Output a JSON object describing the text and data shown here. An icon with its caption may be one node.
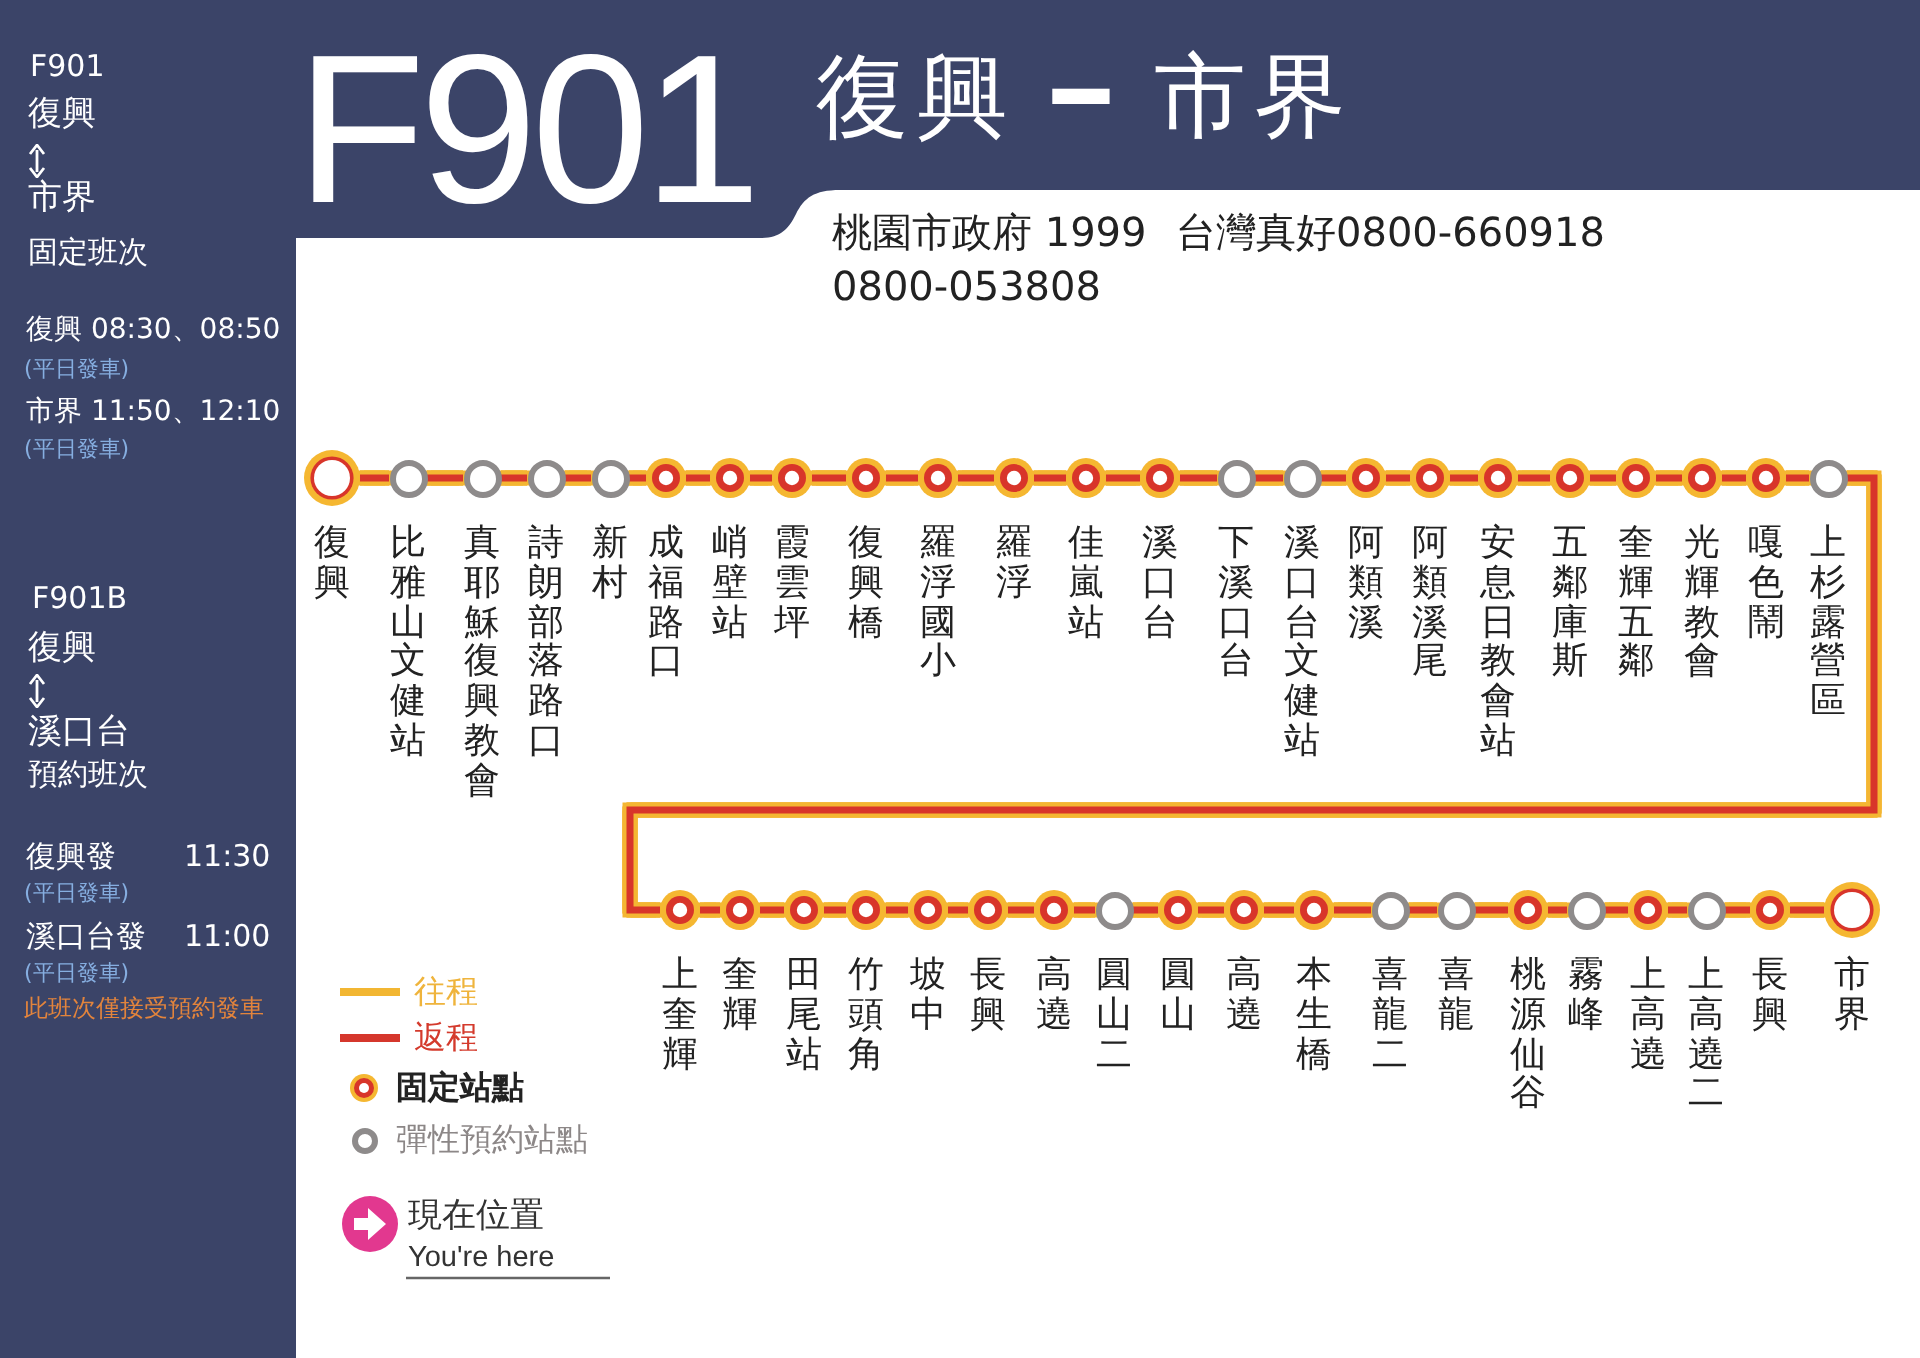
{
  "diagram": {
    "title": "F901",
    "nodes": [
      {
        "text": [],
        "shape": "circle",
        "beside": [
          "復興"
        ]
      },
      {
        "text": [],
        "shape": "ring",
        "beside": [
          "比雅山文健站"
        ]
      },
      {
        "text": [],
        "shape": "ring",
        "beside": [
          "真耶穌復興教會"
        ]
      },
      {
        "text": [],
        "shape": "ring",
        "beside": [
          "詩朗部落路口"
        ]
      },
      {
        "text": [],
        "shape": "ring",
        "beside": [
          "新村"
        ]
      },
      {
        "text": [],
        "shape": "circle",
        "beside": [
          "成福路口"
        ]
      },
      {
        "text": [],
        "shape": "circle",
        "beside": [
          "峭壁站"
        ]
      },
      {
        "text": [],
        "shape": "circle",
        "beside": [
          "霞雲坪"
        ]
      },
      {
        "text": [],
        "shape": "circle",
        "beside": [
          "復興橋"
        ]
      },
      {
        "text": [],
        "shape": "circle",
        "beside": [
          "羅浮國小"
        ]
      },
      {
        "text": [],
        "shape": "circle",
        "beside": [
          "羅浮"
        ]
      },
      {
        "text": [],
        "shape": "circle",
        "beside": [
          "佳嵐站"
        ]
      },
      {
        "text": [],
        "shape": "circle",
        "beside": [
          "溪口台"
        ]
      },
      {
        "text": [],
        "shape": "ring",
        "beside": [
          "下溪口台"
        ]
      },
      {
        "text": [],
        "shape": "ring",
        "beside": [
          "溪口台文健站"
        ]
      },
      {
        "text": [],
        "shape": "circle",
        "beside": [
          "阿類溪"
        ]
      },
      {
        "text": [],
        "shape": "circle",
        "beside": [
          "阿類溪尾"
        ]
      },
      {
        "text": [],
        "shape": "circle",
        "beside": [
          "安息日教會站"
        ]
      },
      {
        "text": [],
        "shape": "circle",
        "beside": [
          "五鄰庫斯"
        ]
      },
      {
        "text": [],
        "shape": "circle",
        "beside": [
          "奎輝五鄰"
        ]
      },
      {
        "text": [],
        "shape": "circle",
        "beside": [
          "光輝教會"
        ]
      },
      {
        "text": [],
        "shape": "circle",
        "beside": [
          "嘎色鬧"
        ]
      },
      {
        "text": [],
        "shape": "ring",
        "beside": [
          "上杉露營區"
        ]
      },
      {
        "text": [],
        "shape": "circle",
        "beside": [
          "上奎輝"
        ]
      },
      {
        "text": [],
        "shape": "circle",
        "beside": [
          "奎輝"
        ]
      },
      {
        "text": [],
        "shape": "circle",
        "beside": [
          "田尾站"
        ]
      },
      {
        "text": [],
        "shape": "circle",
        "beside": [
          "竹頭角"
        ]
      },
      {
        "text": [],
        "shape": "circle",
        "beside": [
          "坡中"
        ]
      },
      {
        "text": [],
        "shape": "circle",
        "beside": [
          "長興"
        ]
      },
      {
        "text": [],
        "shape": "circle",
        "beside": [
          "高遶"
        ]
      },
      {
        "text": [],
        "shape": "ring",
        "beside": [
          "圓山二"
        ]
      },
      {
        "text": [],
        "shape": "circle",
        "beside": [
          "圓山"
        ]
      },
      {
        "text": [],
        "shape": "circle",
        "beside": [
          "高遶"
        ]
      },
      {
        "text": [],
        "shape": "circle",
        "beside": [
          "本生橋"
        ]
      },
      {
        "text": [],
        "shape": "ring",
        "beside": [
          "喜龍二"
        ]
      },
      {
        "text": [],
        "shape": "ring",
        "beside": [
          "喜龍"
        ]
      },
      {
        "text": [],
        "shape": "circle",
        "beside": [
          "桃源仙谷"
        ]
      },
      {
        "text": [],
        "shape": "ring",
        "beside": [
          "霧峰"
        ]
      },
      {
        "text": [],
        "shape": "circle",
        "beside": [
          "上高遶"
        ]
      },
      {
        "text": [],
        "shape": "ring",
        "beside": [
          "上高遶二"
        ]
      },
      {
        "text": [],
        "shape": "circle",
        "beside": [
          "長興"
        ]
      },
      {
        "text": [],
        "shape": "circle",
        "beside": [
          "市界"
        ]
      }
    ],
    "edges": [
      {
        "from": 0,
        "to": 1,
        "arrow": "none"
      },
      {
        "from": 1,
        "to": 2,
        "arrow": "none"
      },
      {
        "from": 2,
        "to": 3,
        "arrow": "none"
      },
      {
        "from": 3,
        "to": 4,
        "arrow": "none"
      },
      {
        "from": 4,
        "to": 5,
        "arrow": "none"
      },
      {
        "from": 5,
        "to": 6,
        "arrow": "none"
      },
      {
        "from": 6,
        "to": 7,
        "arrow": "none"
      },
      {
        "from": 7,
        "to": 8,
        "arrow": "none"
      },
      {
        "from": 8,
        "to": 9,
        "arrow": "none"
      },
      {
        "from": 9,
        "to": 10,
        "arrow": "none"
      },
      {
        "from": 10,
        "to": 11,
        "arrow": "none"
      },
      {
        "from": 11,
        "to": 12,
        "arrow": "none"
      },
      {
        "from": 12,
        "to": 13,
        "arrow": "none"
      },
      {
        "from": 13,
        "to": 14,
        "arrow": "none"
      },
      {
        "from": 14,
        "to": 15,
        "arrow": "none"
      },
      {
        "from": 15,
        "to": 16,
        "arrow": "none"
      },
      {
        "from": 16,
        "to": 17,
        "arrow": "none"
      },
      {
        "from": 17,
        "to": 18,
        "arrow": "none"
      },
      {
        "from": 18,
        "to": 19,
        "arrow": "none"
      },
      {
        "from": 19,
        "to": 20,
        "arrow": "none"
      },
      {
        "from": 20,
        "to": 21,
        "arrow": "none"
      },
      {
        "from": 21,
        "to": 22,
        "arrow": "none"
      },
      {
        "from": 22,
        "to": 23,
        "arrow": "none"
      },
      {
        "from": 23,
        "to": 24,
        "arrow": "none"
      },
      {
        "from": 24,
        "to": 25,
        "arrow": "none"
      },
      {
        "from": 25,
        "to": 26,
        "arrow": "none"
      },
      {
        "from": 26,
        "to": 27,
        "arrow": "none"
      },
      {
        "from": 27,
        "to": 28,
        "arrow": "none"
      },
      {
        "from": 28,
        "to": 29,
        "arrow": "none"
      },
      {
        "from": 29,
        "to": 30,
        "arrow": "none"
      },
      {
        "from": 30,
        "to": 31,
        "arrow": "none"
      },
      {
        "from": 31,
        "to": 32,
        "arrow": "none"
      },
      {
        "from": 32,
        "to": 33,
        "arrow": "none"
      },
      {
        "from": 33,
        "to": 34,
        "arrow": "none"
      },
      {
        "from": 34,
        "to": 35,
        "arrow": "none"
      },
      {
        "from": 35,
        "to": 36,
        "arrow": "none"
      },
      {
        "from": 36,
        "to": 37,
        "arrow": "none"
      },
      {
        "from": 37,
        "to": 38,
        "arrow": "none"
      },
      {
        "from": 38,
        "to": 39,
        "arrow": "none"
      },
      {
        "from": 39,
        "to": 40,
        "arrow": "none"
      },
      {
        "from": 40,
        "to": 41,
        "arrow": "none"
      }
    ],
    "labels": [
      "F901",
      "復興",
      "市界",
      "固定班次",
      "復興 08:30、08:50",
      "(平日發車)",
      "市界 11:50、12:10",
      "(平日發車)",
      "F901B",
      "復興",
      "溪口台",
      "預約班次",
      "復興發",
      "11:30",
      "(平日發車)",
      "溪口台發",
      "11:00",
      "(平日發車)",
      "此班次僅接受預約發車",
      "復興 ━ 市界",
      "桃園市政府 1999",
      "台灣真好0800-660918",
      "0800-053808",
      "現在位置",
      "You're here"
    ],
    "legend": [
      {
        "text": "往程"
      },
      {
        "text": "返程"
      },
      {
        "text": "固定站點"
      },
      {
        "text": "彈性預約站點"
      }
    ]
  }
}
